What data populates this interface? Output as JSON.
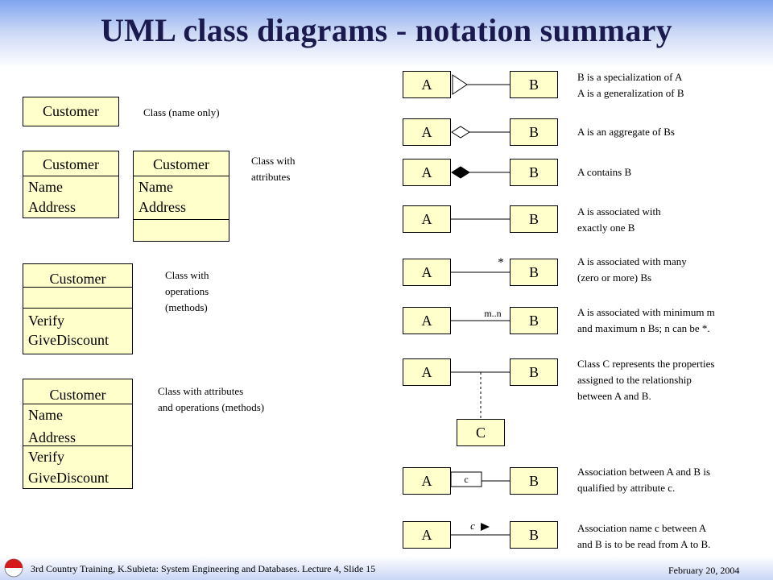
{
  "title": "UML class diagrams - notation summary",
  "left": {
    "class_only": {
      "name": "Customer",
      "label": "Class (name only)"
    },
    "with_attributes": {
      "name": "Customer",
      "attributes": [
        "Name",
        "Address"
      ],
      "label_line1": "Class with",
      "label_line2": "attributes"
    },
    "with_attributes_empty_ops": {
      "name": "Customer",
      "attributes": [
        "Name",
        "Address"
      ]
    },
    "with_operations": {
      "name": "Customer",
      "operations": [
        "Verify",
        "GiveDiscount"
      ],
      "label_line1": "Class with",
      "label_line2": "operations",
      "label_line3": "(methods)"
    },
    "with_both": {
      "name": "Customer",
      "attributes": [
        "Name",
        "Address"
      ],
      "operations": [
        "Verify",
        "GiveDiscount"
      ],
      "label_line1": "Class with attributes",
      "label_line2": "and operations (methods)"
    }
  },
  "right": {
    "class_a": "A",
    "class_b": "B",
    "class_c": "C",
    "rows": [
      {
        "line1": "B is a specialization  of A",
        "line2": "A is a generalization  of B"
      },
      {
        "line1": "A is an aggregate of Bs",
        "line2": ""
      },
      {
        "line1": "A contains B",
        "line2": ""
      },
      {
        "line1": "A is associated with",
        "line2": "exactly one B"
      },
      {
        "line1": "A is associated with many",
        "line2": "(zero or more)  Bs",
        "marker": "*"
      },
      {
        "line1": "A is associated with minimum  m",
        "line2": "and maximum  n Bs; n can be *.",
        "marker": "m..n"
      },
      {
        "line1": "Class C represents the properties",
        "line2": "assigned to the relationship",
        "line3": "between A and B."
      },
      {
        "line1": "Association between A and B is",
        "line2": "qualified by attribute c.",
        "qualifier": "c"
      },
      {
        "line1": "Association name c between A",
        "line2": "and B is to be read from A to B.",
        "name_label": "c"
      }
    ]
  },
  "footer": {
    "left": "3rd Country Training, K.Subieta: System Engineering  and Databases. Lecture 4, Slide  15",
    "right": "February 20, 2004"
  }
}
